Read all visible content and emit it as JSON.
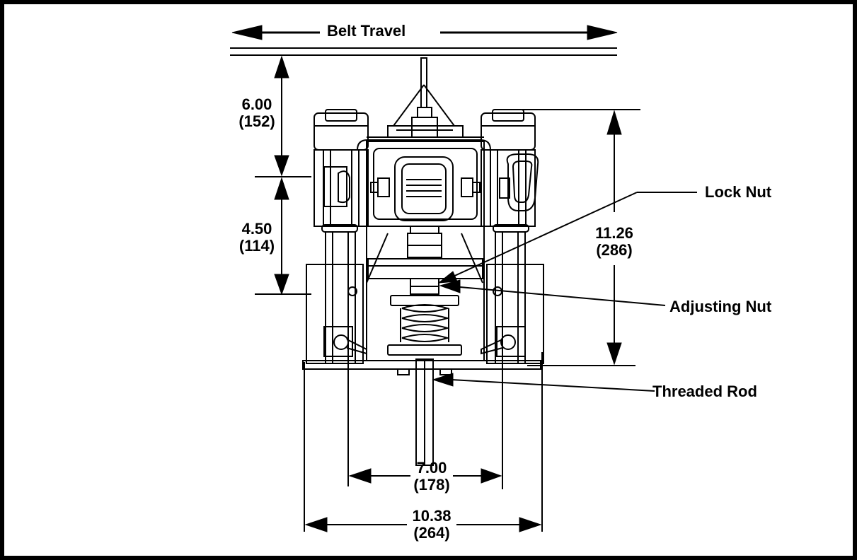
{
  "title": "Belt Travel",
  "dimensions": {
    "top_offset": {
      "inches": "6.00",
      "mm": "(152)"
    },
    "middle_offset": {
      "inches": "4.50",
      "mm": "(114)"
    },
    "overall_height": {
      "inches": "11.26",
      "mm": "(286)"
    },
    "inner_width": {
      "inches": "7.00",
      "mm": "(178)"
    },
    "overall_width": {
      "inches": "10.38",
      "mm": "(264)"
    }
  },
  "callouts": {
    "lock_nut": "Lock Nut",
    "adjusting_nut": "Adjusting Nut",
    "threaded_rod": "Threaded Rod"
  }
}
